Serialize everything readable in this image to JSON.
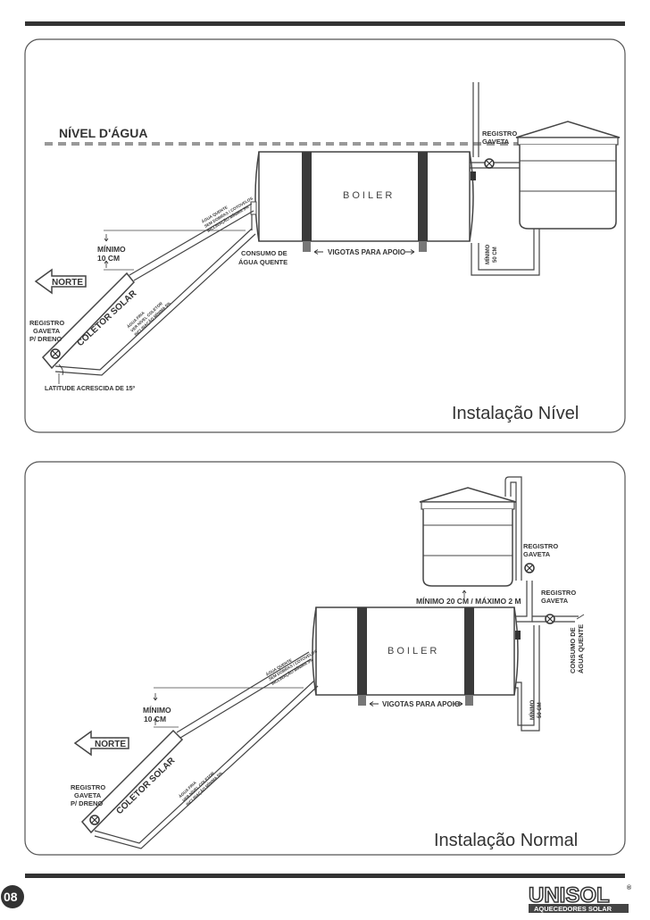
{
  "diagram1": {
    "water_level": "NÍVEL D'ÁGUA",
    "registro_gaveta": "REGISTRO\nGAVETA",
    "boiler": "BOILER",
    "vigotas": "VIGOTAS PARA APOIO",
    "consumo": "CONSUMO DE\nÁGUA QUENTE",
    "minimo_10": "MÍNIMO\n10 CM",
    "north": "NORTE",
    "registro_dreno": "REGISTRO\nGAVETA\nP/ DRENO",
    "coletor": "COLETOR SOLAR",
    "latitude": "LATITUDE ACRESCIDA DE 15º",
    "minimo_50": "MÍNIMO\n50 CM",
    "agua_quente_pipe": "ÁGUA QUENTE\nSEM DOBRAS / COTOVELOS\nINCLINAÇÃO MÍNIMA 5%",
    "agua_fria_pipe": "ÁGUA FRIA\nVER NÍVEL COLETOR\nINCLINAÇÃO MÍNIMA 5%",
    "title": "Instalação Nível"
  },
  "diagram2": {
    "registro_gaveta_1": "REGISTRO\nGAVETA",
    "registro_gaveta_2": "REGISTRO\nGAVETA",
    "minimo_20": "MÍNIMO 20 CM / MÁXIMO 2 M",
    "consumo": "CONSUMO DE\nÁGUA QUENTE",
    "boiler": "BOILER",
    "vigotas": "VIGOTAS PARA APOIO",
    "minimo_10": "MÍNIMO\n10 CM",
    "north": "NORTE",
    "registro_dreno": "REGISTRO\nGAVETA\nP/ DRENO",
    "coletor": "COLETOR SOLAR",
    "minimo_50": "MÍNIMO\n50 CM",
    "agua_quente_pipe": "ÁGUA QUENTE\nSEM DOBRAS / COTOVELOS\nINCLINAÇÃO MÍNIMA 5%",
    "agua_fria_pipe": "ÁGUA FRIA\nVER NÍVEL COLETOR\nINCLINAÇÃO MÍNIMA 5%",
    "title": "Instalação Normal"
  },
  "footer": {
    "page_number": "08",
    "brand": "UNISOL",
    "brand_mark": "®",
    "tagline": "AQUECEDORES SOLAR"
  },
  "colors": {
    "frame": "#333333",
    "line": "#444444",
    "dashed": "#999999",
    "band": "#3a3a3a"
  }
}
